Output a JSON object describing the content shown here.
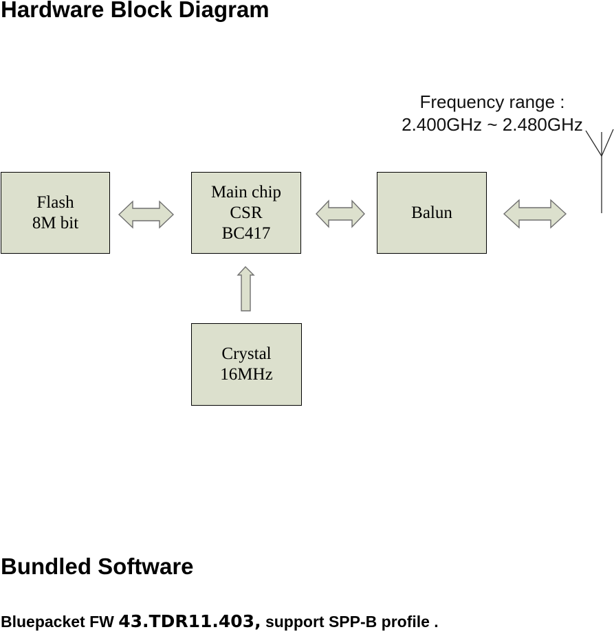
{
  "page": {
    "title": "Hardware Block Diagram",
    "background_color": "#ffffff"
  },
  "diagram": {
    "frequency_note": {
      "line1": "Frequency range :",
      "line2": "2.400GHz ~ 2.480GHz"
    },
    "blocks": [
      {
        "id": "flash",
        "lines": [
          "Flash",
          "8M bit"
        ]
      },
      {
        "id": "main-chip",
        "lines": [
          "Main chip",
          "CSR",
          "BC417"
        ]
      },
      {
        "id": "balun",
        "lines": [
          "Balun"
        ]
      },
      {
        "id": "crystal",
        "lines": [
          "Crystal",
          "16MHz"
        ]
      }
    ],
    "connectors": [
      {
        "id": "flash-mainchip",
        "type": "double-headed-horizontal-arrow"
      },
      {
        "id": "mainchip-balun",
        "type": "double-headed-horizontal-arrow"
      },
      {
        "id": "balun-antenna",
        "type": "double-headed-horizontal-arrow"
      },
      {
        "id": "crystal-mainchip",
        "type": "up-arrow"
      }
    ],
    "antenna": {
      "icon": "antenna-icon"
    },
    "colors": {
      "block_fill": "#dce0cd",
      "block_border": "#000000",
      "arrow_fill": "#dce0cd",
      "arrow_outline": "#6f6f6f",
      "antenna_stroke": "#2b2b2b",
      "text": "#000000"
    }
  },
  "section_bundled_software": {
    "title": "Bundled Software",
    "text_prefix": "Bluepacket FW ",
    "fw_version": "43.TDR11.403,",
    "text_suffix": " support SPP-B profile ."
  }
}
